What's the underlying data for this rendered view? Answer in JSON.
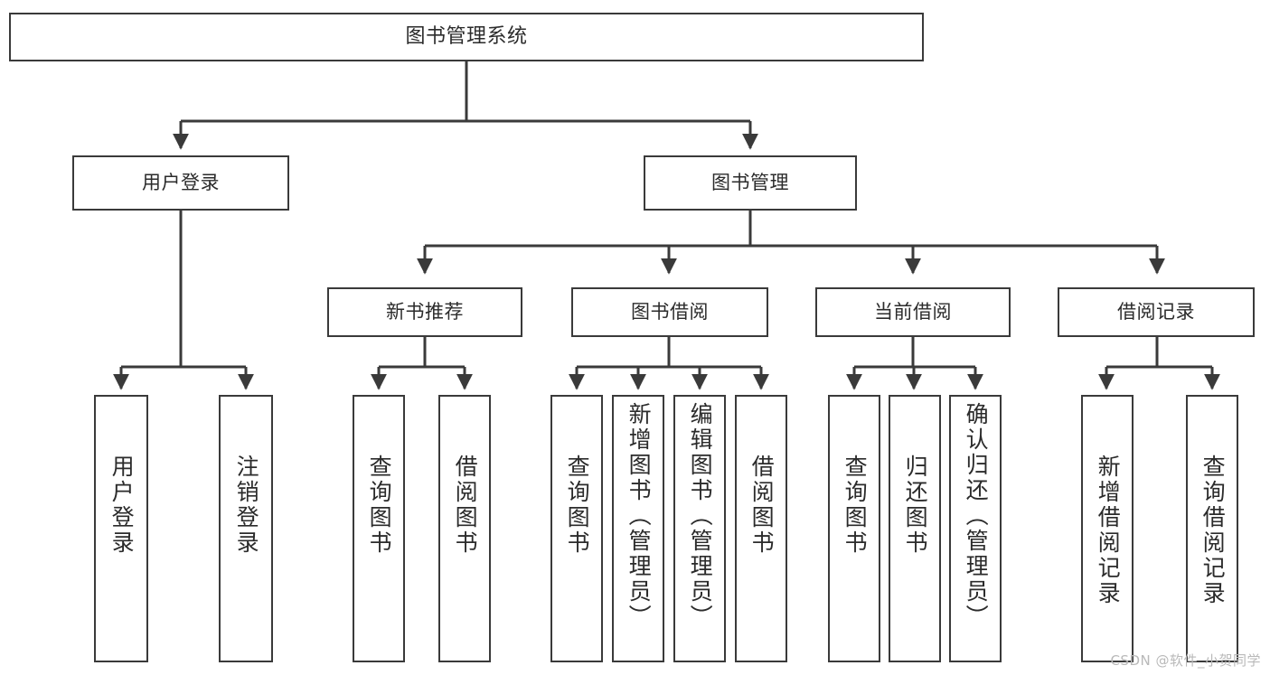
{
  "diagram": {
    "type": "tree",
    "title": "图书管理系统",
    "root": {
      "label": "图书管理系统"
    },
    "level1": [
      {
        "label": "用户登录"
      },
      {
        "label": "图书管理"
      }
    ],
    "level2": [
      {
        "label": "新书推荐"
      },
      {
        "label": "图书借阅"
      },
      {
        "label": "当前借阅"
      },
      {
        "label": "借阅记录"
      }
    ],
    "leaves": {
      "user_login": [
        {
          "label": "用户登录"
        },
        {
          "label": "注销登录"
        }
      ],
      "new_book_recommend": [
        {
          "label": "查询图书"
        },
        {
          "label": "借阅图书"
        }
      ],
      "book_borrow": [
        {
          "label": "查询图书"
        },
        {
          "label": "新增图书（管理员）"
        },
        {
          "label": "编辑图书（管理员）"
        },
        {
          "label": "借阅图书"
        }
      ],
      "current_borrow": [
        {
          "label": "查询图书"
        },
        {
          "label": "归还图书"
        },
        {
          "label": "确认归还（管理员）"
        }
      ],
      "borrow_record": [
        {
          "label": "新增借阅记录"
        },
        {
          "label": "查询借阅记录"
        }
      ]
    }
  },
  "watermark": {
    "text": "CSDN @软件_小贺同学"
  },
  "colors": {
    "background": "#ffffff",
    "box_border": "#3a3a3a",
    "box_fill": "#ffffff",
    "text": "#2b2b2b",
    "connector": "#3a3a3a",
    "watermark": "#b9b9b9"
  }
}
